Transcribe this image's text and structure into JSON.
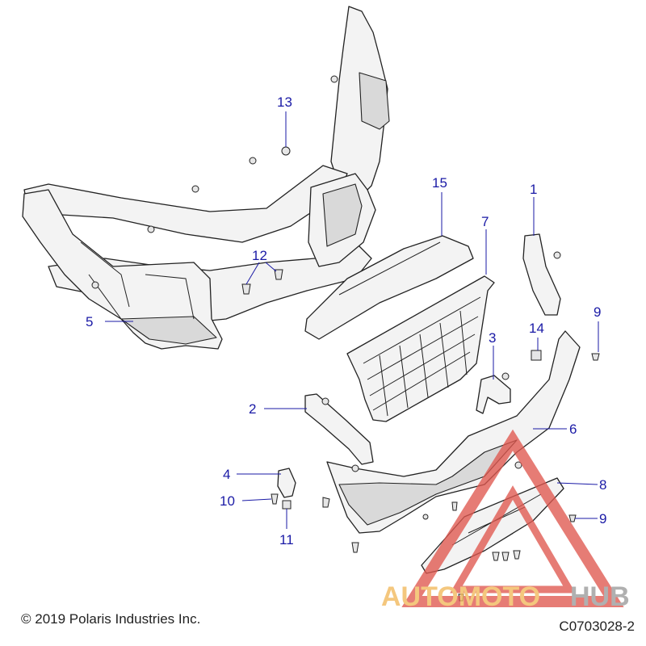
{
  "footer": {
    "copyright": "© 2019 Polaris Industries Inc.",
    "drawing_number": "C0703028-2"
  },
  "watermark": {
    "text_auto": "AUTOMOTO",
    "text_hub": "HUB",
    "color_accent": "#e0584f",
    "color_hub": "#9a9a9a",
    "color_auto": "#f2b85a"
  },
  "callouts": [
    {
      "id": "c1",
      "label": "1"
    },
    {
      "id": "c2",
      "label": "2"
    },
    {
      "id": "c3",
      "label": "3"
    },
    {
      "id": "c4",
      "label": "4"
    },
    {
      "id": "c5",
      "label": "5"
    },
    {
      "id": "c6",
      "label": "6"
    },
    {
      "id": "c7",
      "label": "7"
    },
    {
      "id": "c8",
      "label": "8"
    },
    {
      "id": "c9a",
      "label": "9"
    },
    {
      "id": "c9b",
      "label": "9"
    },
    {
      "id": "c10",
      "label": "10"
    },
    {
      "id": "c11",
      "label": "11"
    },
    {
      "id": "c12",
      "label": "12"
    },
    {
      "id": "c13",
      "label": "13"
    },
    {
      "id": "c14",
      "label": "14"
    },
    {
      "id": "c15",
      "label": "15"
    }
  ]
}
